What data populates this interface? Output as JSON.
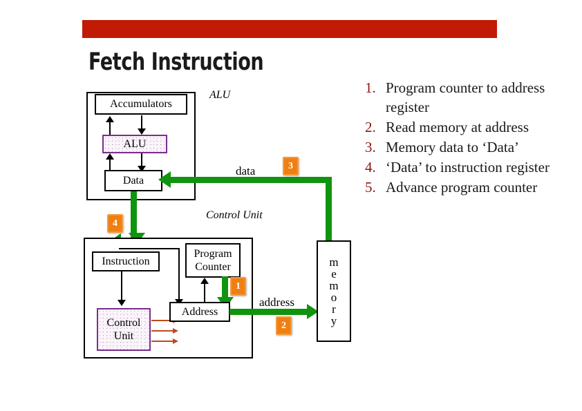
{
  "slide": {
    "title": "Fetch Instruction",
    "header_bar_color": "#C11A05"
  },
  "diagram": {
    "alu_group_label": "ALU",
    "control_unit_group_label": "Control Unit",
    "boxes": {
      "accumulators": "Accumulators",
      "alu": "ALU",
      "data": "Data",
      "instruction": "Instruction",
      "program_counter_line1": "Program",
      "program_counter_line2": "Counter",
      "address": "Address",
      "control_unit_line1": "Control",
      "control_unit_line2": "Unit"
    },
    "memory": {
      "letters": [
        "m",
        "e",
        "m",
        "o",
        "r",
        "y"
      ],
      "label": "memory"
    },
    "bus_labels": {
      "data": "data",
      "address": "address"
    },
    "badges": [
      {
        "id": "badge-1",
        "number": "1"
      },
      {
        "id": "badge-2",
        "number": "2"
      },
      {
        "id": "badge-3",
        "number": "3"
      },
      {
        "id": "badge-4",
        "number": "4"
      }
    ],
    "colors": {
      "bus_green": "#109410",
      "badge_orange": "#F07F12",
      "highlight_purple": "#7B2D8B",
      "control_signal": "#C0491C"
    }
  },
  "steps": [
    {
      "num": "1.",
      "text": "Program counter to address register"
    },
    {
      "num": "2.",
      "text": "Read memory at address"
    },
    {
      "num": "3.",
      "text": "Memory data to ‘Data’"
    },
    {
      "num": "4.",
      "text": "‘Data’ to instruction register"
    },
    {
      "num": "5.",
      "text": "Advance program counter"
    }
  ]
}
